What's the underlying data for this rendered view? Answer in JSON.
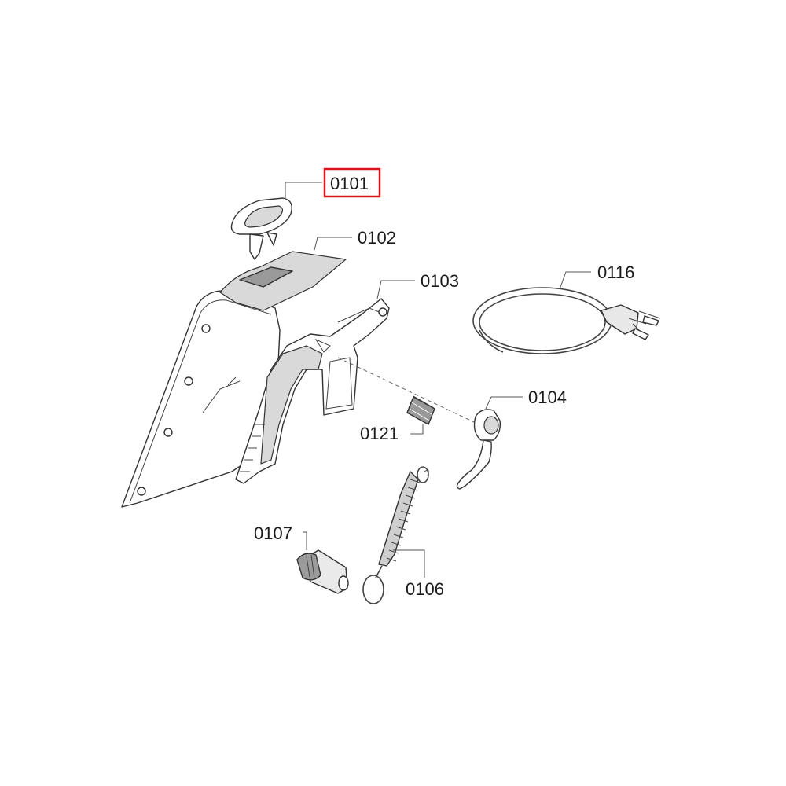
{
  "highlight_color": "#d9141a",
  "parts": {
    "p0101": "0101",
    "p0102": "0102",
    "p0103": "0103",
    "p0104": "0104",
    "p0106": "0106",
    "p0107": "0107",
    "p0116": "0116",
    "p0121": "0121"
  },
  "highlighted_part": "0101"
}
